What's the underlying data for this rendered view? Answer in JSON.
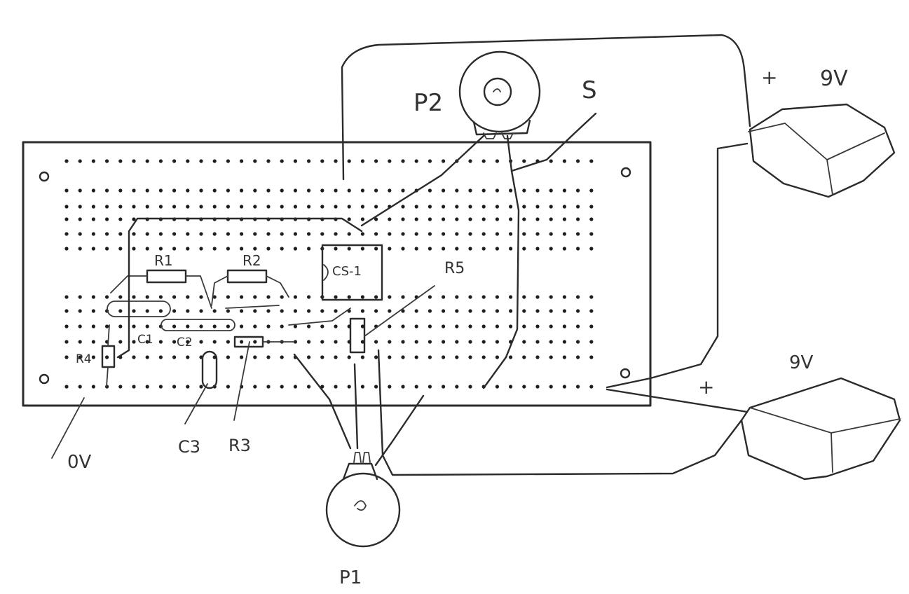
{
  "labels": {
    "r1": "R1",
    "r2": "R2",
    "r4": "R4",
    "r5": "R5",
    "ic": "CS-1",
    "c1": "C1",
    "c2": "C2",
    "c3": "C3",
    "r3": "R3",
    "p1": "P1",
    "p2": "P2",
    "s": "S",
    "ov": "0V",
    "battery_top_plus": "+",
    "battery_top_voltage": "9V",
    "battery_bottom_plus": "+",
    "battery_bottom_voltage": "9V"
  },
  "colors": {
    "ink": "#2b2b2b",
    "paper": "#ffffff"
  }
}
